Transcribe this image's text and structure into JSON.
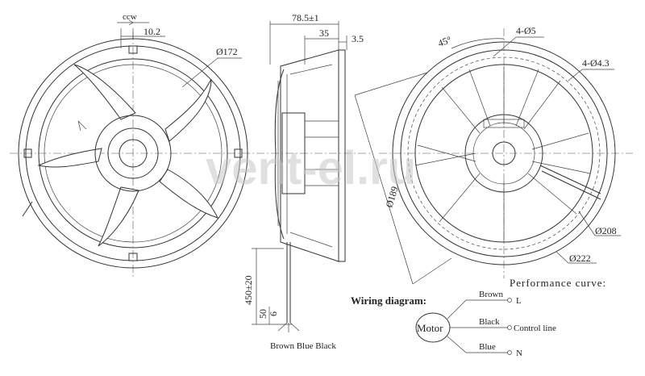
{
  "front_view": {
    "rotation": "ccw",
    "offset_dim": "10.2",
    "diameter_dim": "Ø172"
  },
  "side_view": {
    "total_depth": "78.5±1",
    "depth_2": "35",
    "depth_3": "3.5",
    "cable_length": "450±20",
    "strip_length": "50",
    "strip_end": "6",
    "wires_label": "Brown Blue Black"
  },
  "back_view": {
    "angle": "45°",
    "holes_1": "4-Ø5",
    "holes_2": "4-Ø4.3",
    "pcd": "Ø189",
    "inner_diameter": "Ø208",
    "outer_diameter": "Ø222"
  },
  "wiring": {
    "title": "Wiring diagram:",
    "motor_label": "Motor",
    "wires": [
      {
        "color": "Brown",
        "terminal": "L"
      },
      {
        "color": "Black",
        "terminal": "Control line"
      },
      {
        "color": "Blue",
        "terminal": "N"
      }
    ]
  },
  "performance": {
    "title": "Performance curve:"
  },
  "watermark": "vent-el.ru"
}
